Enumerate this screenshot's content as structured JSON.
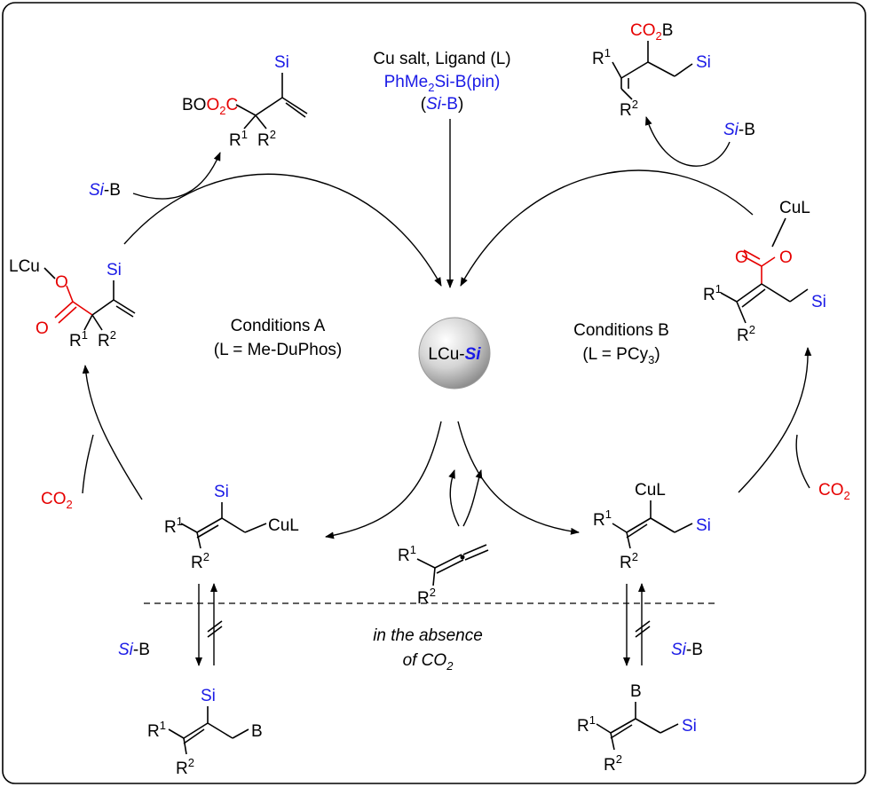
{
  "reagents": {
    "line1": "Cu salt, Ligand (L)",
    "line2": "PhMe",
    "line2_sub": "2",
    "line2_rest": "Si-B(pin)",
    "line3_open": "(",
    "line3_si": "Si",
    "line3_rest": "-B)",
    "line3_close": ")"
  },
  "catalyst": {
    "lcu": "LCu-",
    "si": "Si"
  },
  "cycle_a": {
    "title": "Conditions A",
    "ligand": "(L = Me-DuPhos)"
  },
  "cycle_b": {
    "title": "Conditions B",
    "ligand_pre": "(L = PCy",
    "ligand_sub": "3",
    "ligand_post": ")"
  },
  "absence_note": {
    "line1": "in the absence",
    "line2": "of CO",
    "sub": "2"
  },
  "labels": {
    "si": "Si",
    "si_b_si": "Si",
    "si_b_b": "-B",
    "co2": "CO",
    "co2_sub": "2",
    "cul": "CuL",
    "lcu": "LCu",
    "b": "B",
    "bo2c": "BO",
    "bo2c_sub": "2",
    "bo2c_c": "C",
    "co2b": "CO",
    "co2b_sub": "2",
    "co2b_b": "B",
    "o": "O",
    "r": "R",
    "sup1": "1",
    "sup2": "2"
  },
  "colors": {
    "reagent_blue": "#1a1ae6",
    "co2_red": "#e60000",
    "sphere": "#bdbdbd"
  }
}
